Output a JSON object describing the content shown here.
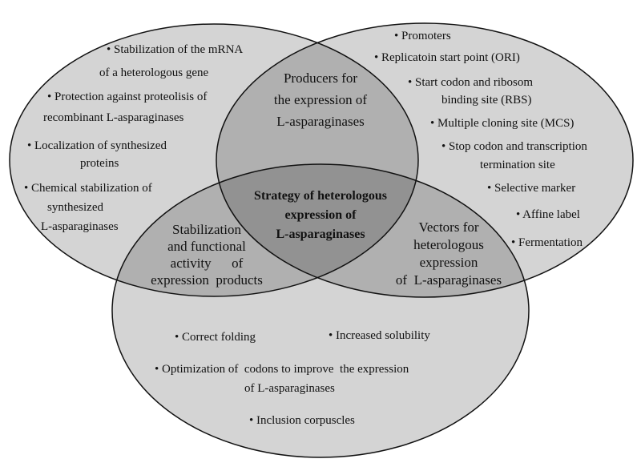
{
  "colors": {
    "fill": "#000000",
    "stroke": "#111111"
  },
  "center": {
    "line1": "Strategy of  heterologous",
    "line2": "expression of",
    "line3": "L-asparaginases"
  },
  "producers": {
    "line1": "Producers for",
    "line2": "the expression of",
    "line3": "L-asparaginases"
  },
  "stabilization": {
    "line1": "Stabilization",
    "line2": "and functional",
    "line3": "activity      of",
    "line4": "expression  products"
  },
  "vectors": {
    "line1": "Vectors for",
    "line2": "heterologous",
    "line3": "expression",
    "line4": "of  L-asparaginases"
  },
  "left_items": [
    {
      "line1": "• Stabilization of the mRNA",
      "line2": "of a heterologous  gene"
    },
    {
      "line1": "• Protection against proteolisis of",
      "line2": "recombinant  L-asparaginases"
    },
    {
      "line1": "• Localization of synthesized",
      "line2": "proteins"
    },
    {
      "line1": "• Chemical  stabilization of",
      "line2": "synthesized",
      "line3": "L-asparaginases"
    }
  ],
  "right_items": [
    "• Promoters",
    "• Replicatoin start point (ORI)",
    "• Start   codon   and   ribosom",
    "binding  site  (RBS)",
    "• Multiple  cloning  site (MCS)",
    "• Stop codon and  transcription",
    "termination site",
    "• Selective  marker",
    "• Affine label",
    "• Fermentation"
  ],
  "bottom_items": [
    "• Correct folding",
    "• Increased solubility",
    "• Optimization of  codons to improve  the expression",
    "of L-asparaginases",
    "• Inclusion corpuscles"
  ]
}
